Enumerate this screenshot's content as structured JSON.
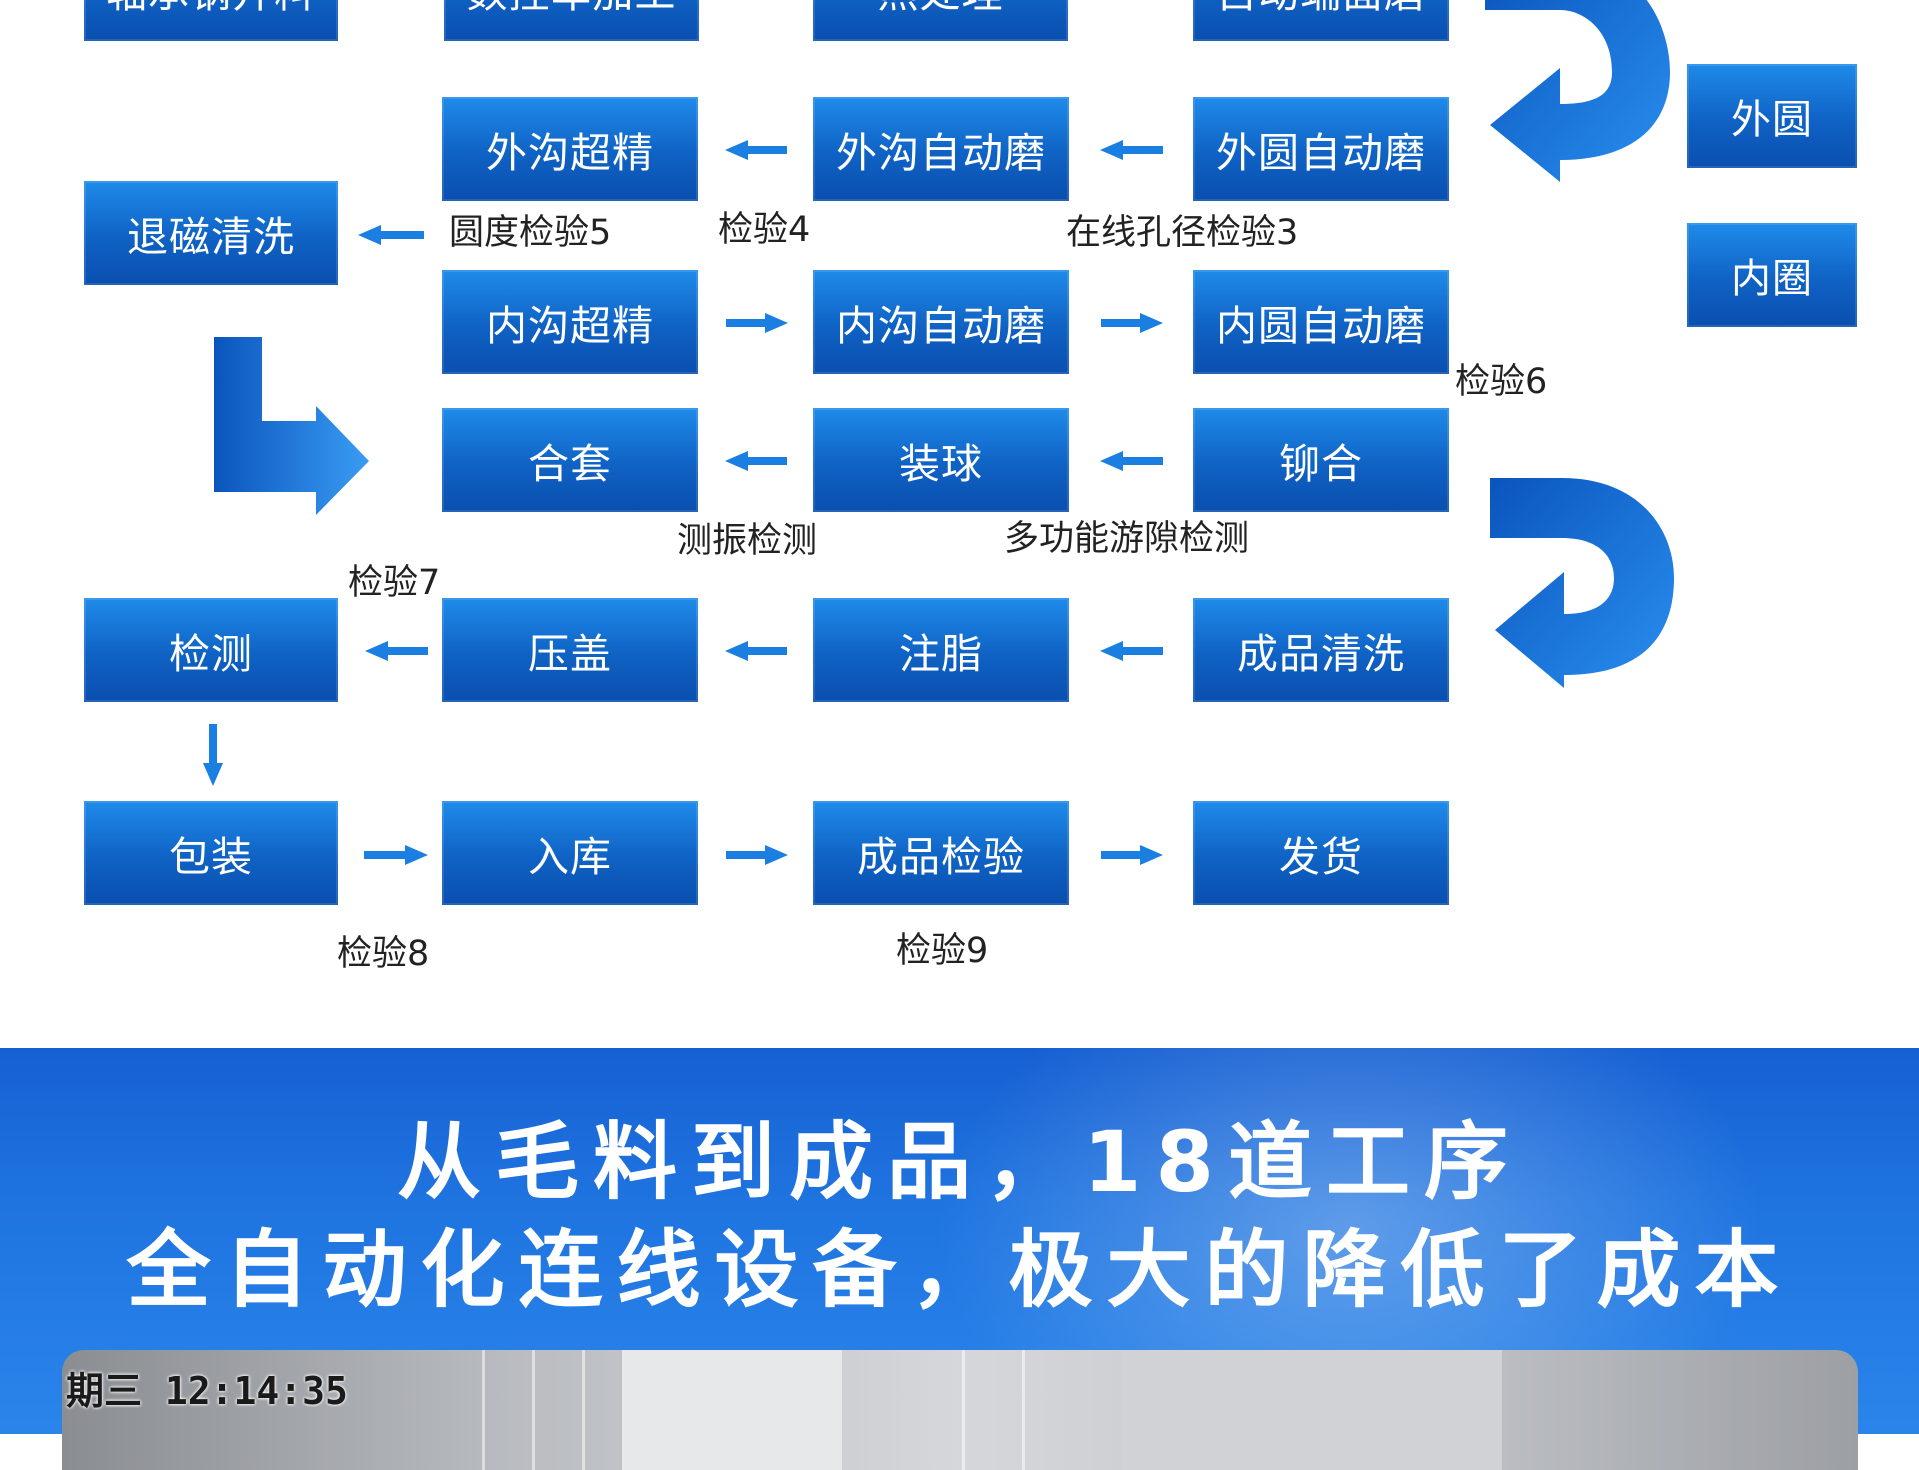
{
  "nodes": {
    "n1": "轴承钢开料",
    "n2": "数控车加工",
    "n3": "热处理",
    "n4": "自动端面磨",
    "waiyuan_tag": "外圆",
    "neiquan_tag": "内圈",
    "wgcj": "外沟超精",
    "wgzdm": "外沟自动磨",
    "wyzdm": "外圆自动磨",
    "tcqx": "退磁清洗",
    "ngcj": "内沟超精",
    "ngzdm": "内沟自动磨",
    "nyzdm": "内圆自动磨",
    "ht": "合套",
    "zq": "装球",
    "mh": "铆合",
    "jc": "检测",
    "yg": "压盖",
    "zz": "注脂",
    "cpqx": "成品清洗",
    "bz": "包装",
    "rk": "入库",
    "cpjy": "成品检验",
    "fh": "发货"
  },
  "labels": {
    "ydjy5": "圆度检验5",
    "jy4": "检验4",
    "zxkj3": "在线孔径检验3",
    "jy6": "检验6",
    "czjc": "测振检测",
    "dgnyx": "多功能游隙检测",
    "jy7": "检验7",
    "jy8": "检验8",
    "jy9": "检验9"
  },
  "banner": {
    "line1": "从毛料到成品，18道工序",
    "line2": "全自动化连线设备，极大的降低了成本"
  },
  "photo": {
    "timestamp": "期三 12:14:35"
  },
  "colors": {
    "node_top": "#1f8bea",
    "node_bottom": "#0a4faf",
    "arrow": "#1a7fe0",
    "banner": "#1f74e0"
  }
}
